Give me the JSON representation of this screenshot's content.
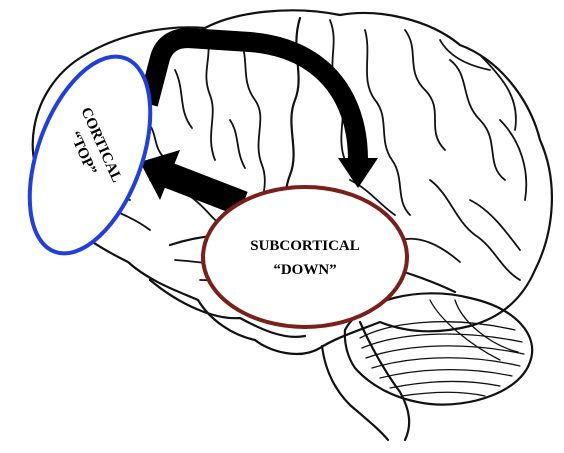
{
  "cortical": {
    "line1": "CORTICAL",
    "line2": "“TOP”",
    "outline_color": "#1f3fe0"
  },
  "subcortical": {
    "line1": "SUBCORTICAL",
    "line2": "“DOWN”",
    "outline_color": "#7a1f1a"
  },
  "arrows": [
    {
      "from": "cortical",
      "to": "subcortical",
      "direction": "top-down"
    },
    {
      "from": "subcortical",
      "to": "cortical",
      "direction": "bottom-up"
    }
  ]
}
